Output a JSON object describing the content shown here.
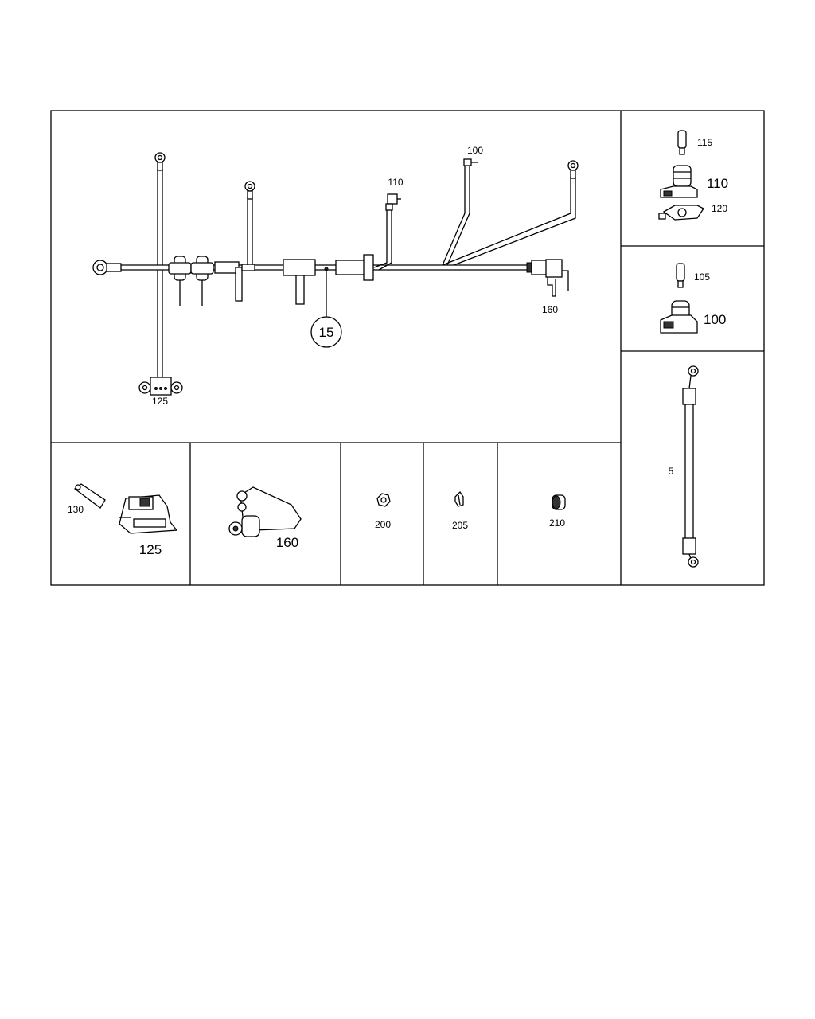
{
  "labels": {
    "main_100": "100",
    "main_110": "110",
    "main_160": "160",
    "main_125": "125",
    "callout_15": "15",
    "p115": "115",
    "p110": "110",
    "p120": "120",
    "p105": "105",
    "p100": "100",
    "p5": "5",
    "p130": "130",
    "p125": "125",
    "p160": "160",
    "p200": "200",
    "p205": "205",
    "p210": "210"
  }
}
